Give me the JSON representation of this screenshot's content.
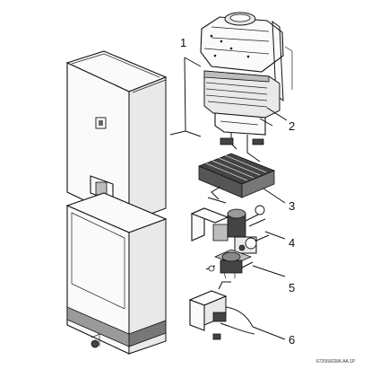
{
  "callouts": [
    "1",
    "2",
    "3",
    "4",
    "5",
    "6"
  ],
  "reference_code": "6720660284.AA.1P"
}
